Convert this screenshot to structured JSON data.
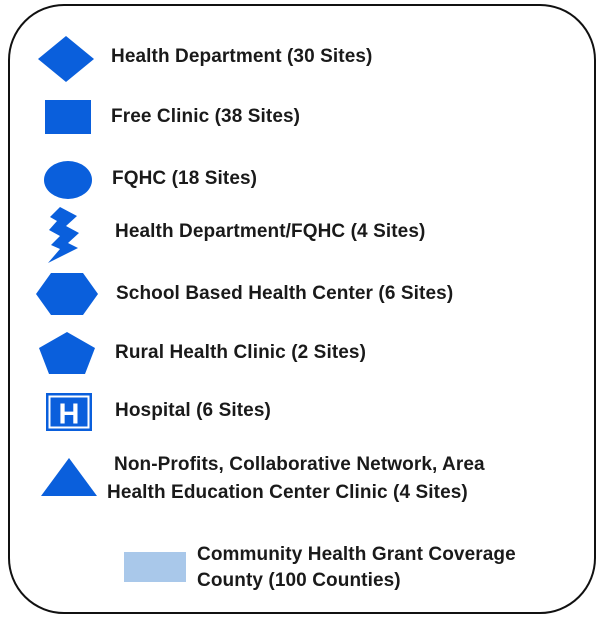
{
  "legend": {
    "colors": {
      "symbol": "#0a5fdc",
      "coverage": "#a9c8ea",
      "border": "#111111",
      "text": "#1a1a1a"
    },
    "items": [
      {
        "icon": "diamond-icon",
        "label": "Health Department (30 Sites)"
      },
      {
        "icon": "square-icon",
        "label": "Free Clinic (38 Sites)"
      },
      {
        "icon": "circle-icon",
        "label": "FQHC (18 Sites)"
      },
      {
        "icon": "lightning-bolt-icon",
        "label": "Health Department/FQHC (4 Sites)"
      },
      {
        "icon": "hexagon-icon",
        "label": "School Based Health Center (6 Sites)"
      },
      {
        "icon": "pentagon-icon",
        "label": "Rural Health Clinic (2 Sites)"
      },
      {
        "icon": "hospital-icon",
        "label": "Hospital (6 Sites)",
        "glyph": "H"
      },
      {
        "icon": "triangle-icon",
        "label_line1": "Non-Profits, Collaborative Network, Area",
        "label_line2": "Health Education Center Clinic (4 Sites)"
      },
      {
        "icon": "coverage-swatch-icon",
        "label_line1": "Community Health Grant Coverage",
        "label_line2": "County (100 Counties)"
      }
    ]
  }
}
